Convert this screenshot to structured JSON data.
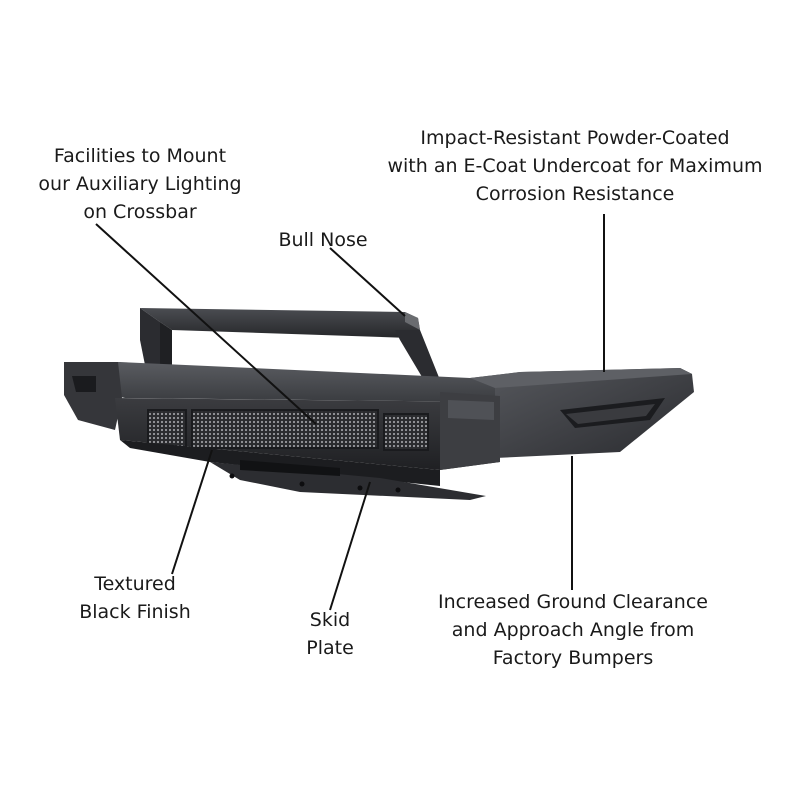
{
  "image": {
    "subject": "bumper",
    "background": "#ffffff",
    "colors": {
      "body_top": "#4a4c51",
      "body_front": "#2d2e32",
      "body_dark": "#1c1d20",
      "mesh": "#8c8d91",
      "leader_line": "#111111",
      "text": "#1a1a1a"
    }
  },
  "callouts": {
    "lighting": {
      "text": "Facilities to Mount\nour Auxiliary Lighting\non Crossbar"
    },
    "bull_nose": {
      "text": "Bull Nose"
    },
    "coating": {
      "text": "Impact-Resistant Powder-Coated\nwith an E-Coat Undercoat for Maximum\nCorrosion Resistance"
    },
    "textured": {
      "text": "Textured\nBlack Finish"
    },
    "skid": {
      "text": "Skid\nPlate"
    },
    "clearance": {
      "text": "Increased Ground Clearance\nand Approach Angle from\nFactory Bumpers"
    }
  }
}
